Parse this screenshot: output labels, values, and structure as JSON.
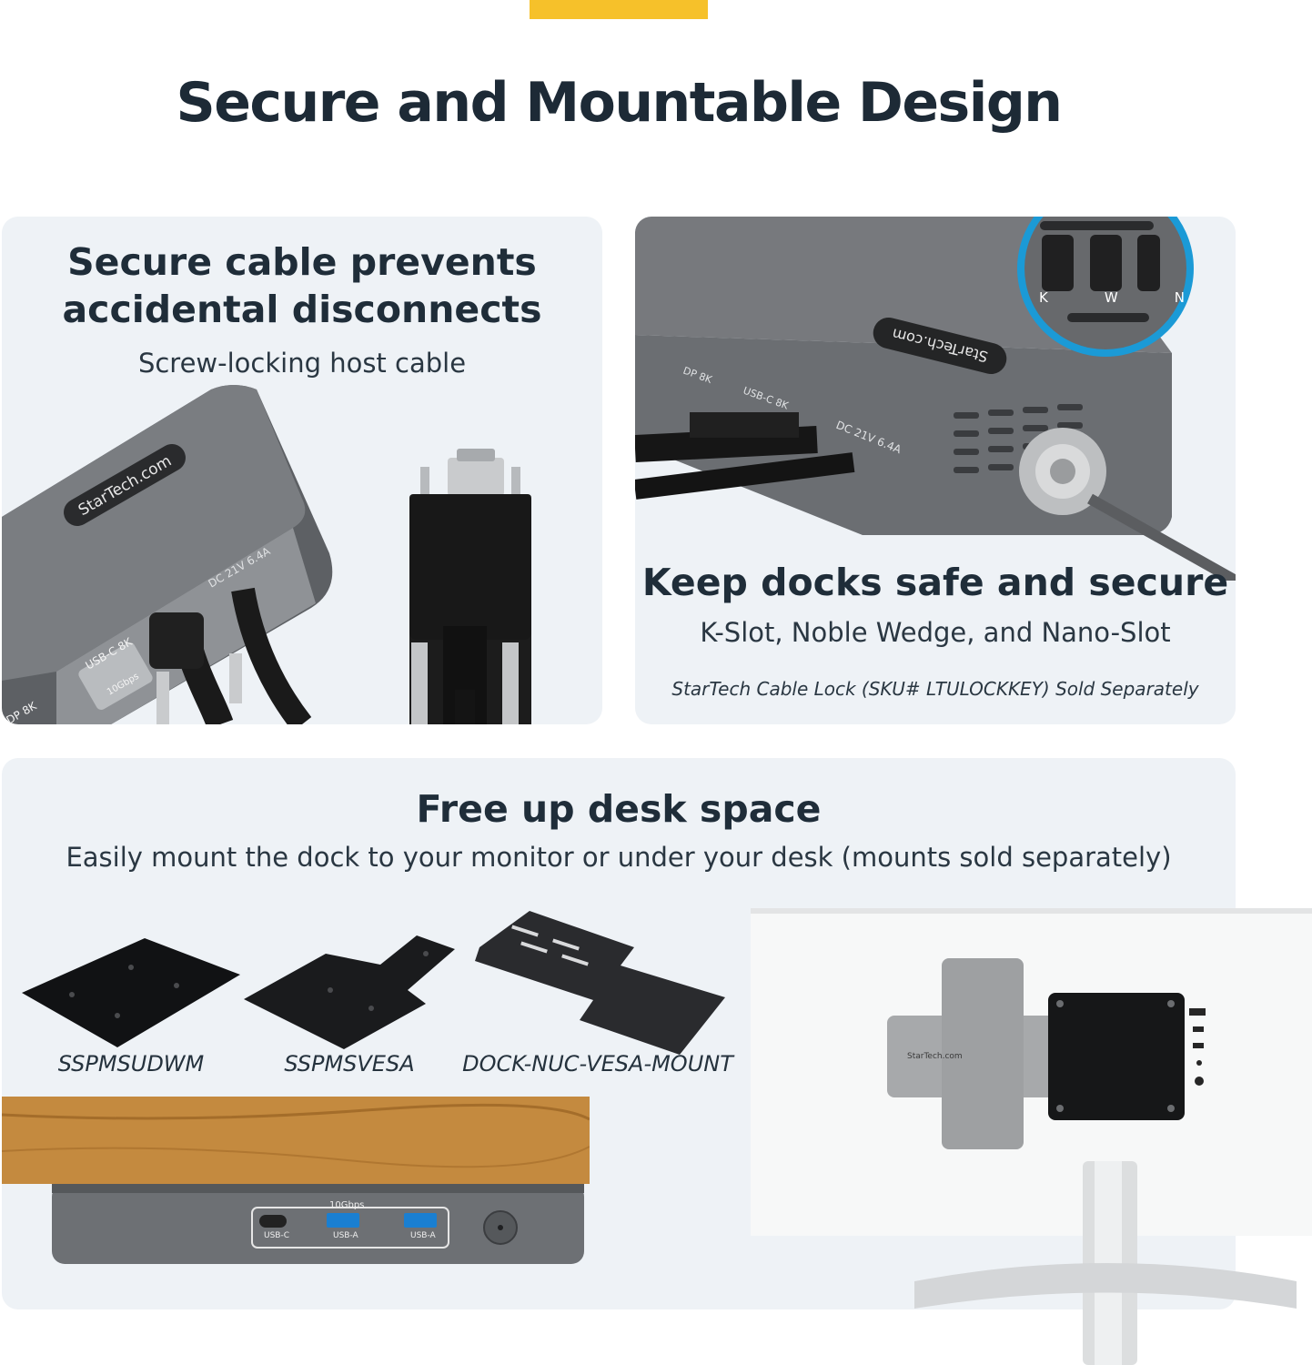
{
  "page": {
    "title": "Secure and Mountable Design"
  },
  "cable_panel": {
    "heading_line1": "Secure cable prevents",
    "heading_line2": "accidental disconnects",
    "subheading": "Screw-locking host cable",
    "dock_brand": "StarTech.com",
    "port_dc": "DC 21V 6.4A",
    "port_usbc": "USB-C 8K",
    "port_speed": "10Gbps",
    "port_dp": "DP 8K"
  },
  "lock_panel": {
    "heading": "Keep docks safe and secure",
    "subheading": "K-Slot, Noble Wedge, and Nano-Slot",
    "note": "StarTech Cable Lock (SKU# LTULOCKKEY) Sold Separately",
    "slot_labels": [
      "K",
      "W",
      "N"
    ],
    "dock_brand": "StarTech.com",
    "port_dc": "DC 21V 6.4A",
    "port_usbc": "USB-C 8K",
    "port_dp": "DP 8K"
  },
  "mount_panel": {
    "heading": "Free up desk space",
    "subheading": "Easily mount the dock to your monitor or under your desk (mounts sold separately)",
    "mounts": [
      {
        "name": "SSPMSUDWM"
      },
      {
        "name": "SSPMSVESA"
      },
      {
        "name": "DOCK-NUC-VESA-MOUNT"
      }
    ],
    "under_desk_ports": {
      "speed": "10Gbps",
      "usbc": "USB-C",
      "usba1": "USB-A",
      "usba2": "USB-A"
    },
    "monitor_dock_brand": "StarTech.com"
  },
  "colors": {
    "accent": "#f6c12a",
    "panel_bg": "#eef2f6",
    "title_text": "#1d2a36",
    "dock_gray": "#6b6e72",
    "lock_ring": "#1b9ad6"
  }
}
